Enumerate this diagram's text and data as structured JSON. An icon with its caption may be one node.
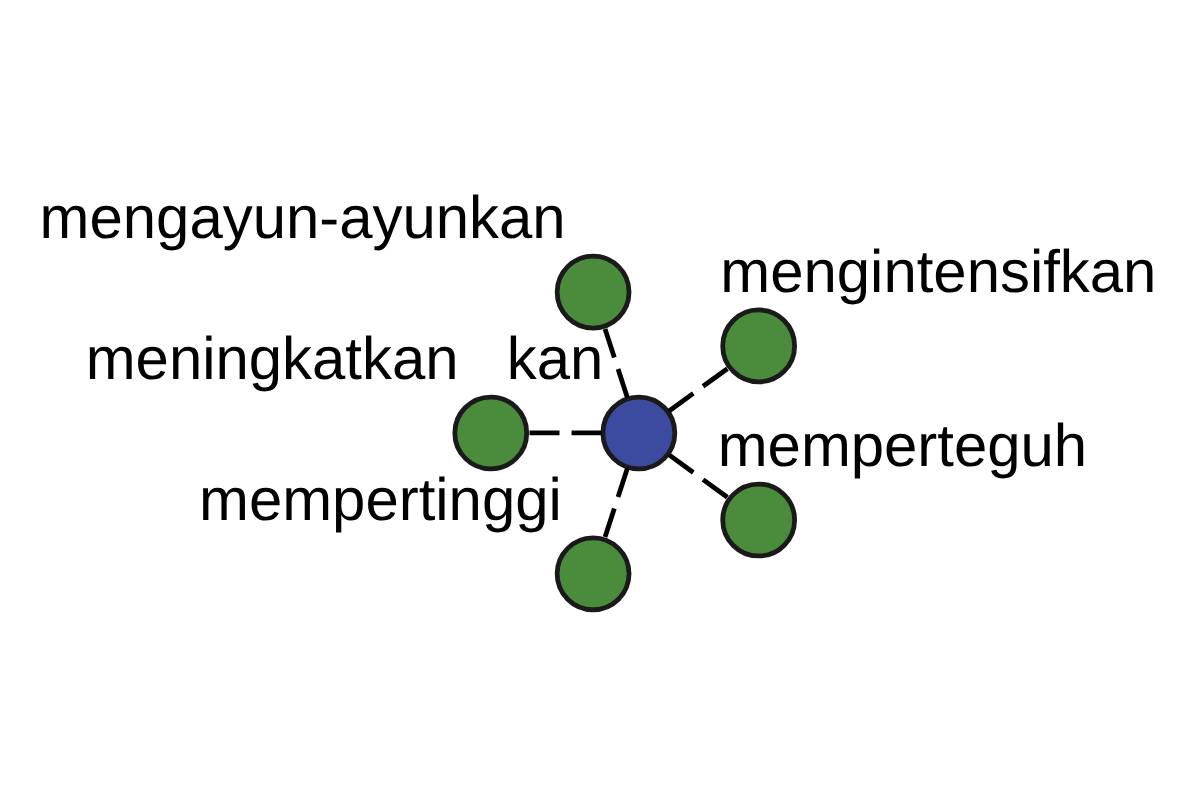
{
  "diagram": {
    "nodes": [
      {
        "text": [],
        "shape": "circle",
        "beside": [
          "mengintensifkan"
        ]
      },
      {
        "text": [],
        "shape": "circle",
        "beside": [
          "mengayun-ayunkan"
        ]
      },
      {
        "text": [],
        "shape": "circle",
        "beside": [
          "meningkatkan"
        ]
      },
      {
        "text": [],
        "shape": "circle",
        "beside": [
          "kan"
        ]
      },
      {
        "text": [],
        "shape": "circle",
        "beside": [
          "mempertinggi"
        ]
      },
      {
        "text": [],
        "shape": "circle",
        "beside": [
          "memperteguh"
        ]
      }
    ],
    "edges": [
      {
        "from": 3,
        "to": 0,
        "arrow": "none",
        "style": "dashed"
      },
      {
        "from": 3,
        "to": 1,
        "arrow": "none",
        "style": "dashed"
      },
      {
        "from": 3,
        "to": 2,
        "arrow": "none",
        "style": "dashed"
      },
      {
        "from": 3,
        "to": 4,
        "arrow": "none",
        "style": "dashed"
      },
      {
        "from": 3,
        "to": 5,
        "arrow": "none",
        "style": "dashed"
      }
    ]
  }
}
